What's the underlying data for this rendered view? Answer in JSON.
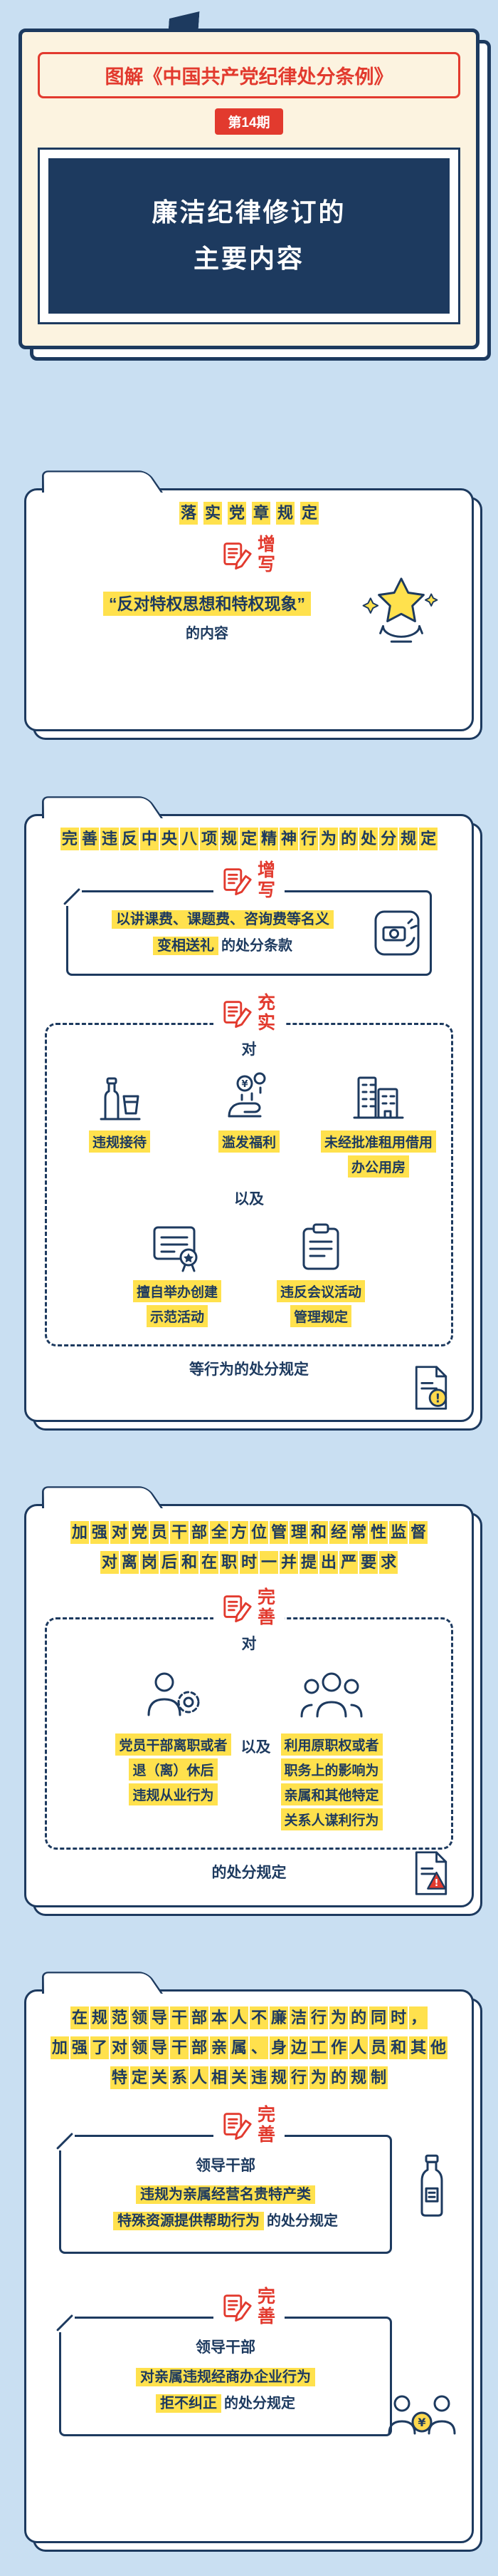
{
  "colors": {
    "navy": "#1d3a5f",
    "red": "#e23a2e",
    "yellow": "#ffe14d",
    "background": "#c9dff2",
    "cream": "#fcf3e0"
  },
  "header": {
    "series_title": "图解《中国共产党纪律处分条例》",
    "issue_badge": "第14期",
    "title_lines": [
      "廉洁纪律修订的",
      "主要内容"
    ],
    "bookmark_icon": "bookmark-ribbon"
  },
  "sections": [
    {
      "title": "落实党章规定",
      "stamp": "增写",
      "stamp_icon": "pen-document",
      "quote": "“反对特权思想和特权现象”",
      "suffix": "的内容",
      "icon": "hand-presenting-star"
    },
    {
      "title": "完善违反中央八项规定精神行为的处分规定",
      "stamp_add": "增写",
      "gift_line1": "以讲课费、课题费、咨询费等名义",
      "gift_line2_hl": "变相送礼",
      "gift_line2_rest": "的处分条款",
      "gift_icon": "hand-gift",
      "stamp_enrich": "充实",
      "connector_top": "对",
      "row1": [
        {
          "label_lines": [
            "违规接待"
          ],
          "icon": "banquet-bottles"
        },
        {
          "label_lines": [
            "滥发福利"
          ],
          "icon": "hand-coins"
        },
        {
          "label_lines": [
            "未经批准租用借用",
            "办公用房"
          ],
          "icon": "office-buildings"
        }
      ],
      "connector_mid": "以及",
      "row2": [
        {
          "label_lines": [
            "擅自举办创建",
            "示范活动"
          ],
          "icon": "certificate"
        },
        {
          "label_lines": [
            "违反会议活动",
            "管理规定"
          ],
          "icon": "clipboard"
        }
      ],
      "footer": "等行为的处分规定",
      "corner_icon": "document-exclamation"
    },
    {
      "title_lines": [
        "加强对党员干部全方位管理和经常性监督",
        "对离岗后和在职时一并提出严要求"
      ],
      "stamp": "完善",
      "connector_top": "对",
      "left_item": {
        "label_lines": [
          "党员干部离职或者",
          "退（离）休后",
          "违规从业行为"
        ],
        "icon": "person-gear"
      },
      "connector_mid": "以及",
      "right_item": {
        "label_lines": [
          "利用原职权或者",
          "职务上的影响为",
          "亲属和其他特定",
          "关系人谋利行为"
        ],
        "icon": "people-group"
      },
      "footer": "的处分规定",
      "corner_icon": "document-warning"
    },
    {
      "title_lines": [
        "在规范领导干部本人不廉洁行为的同时，",
        "加强了对领导干部亲属、身边工作人员和其他",
        "特定关系人相关违规行为的规制"
      ],
      "blocks": [
        {
          "stamp": "完善",
          "subject": "领导干部",
          "hl_lines": [
            "违规为亲属经营名贵特产类",
            "特殊资源提供帮助行为"
          ],
          "suffix": "的处分规定",
          "icon": "specialty-bottle"
        },
        {
          "stamp": "完善",
          "subject": "领导干部",
          "hl_lines": [
            "对亲属违规经商办企业行为",
            "拒不纠正"
          ],
          "suffix": "的处分规定",
          "icon": "people-money"
        }
      ]
    }
  ]
}
